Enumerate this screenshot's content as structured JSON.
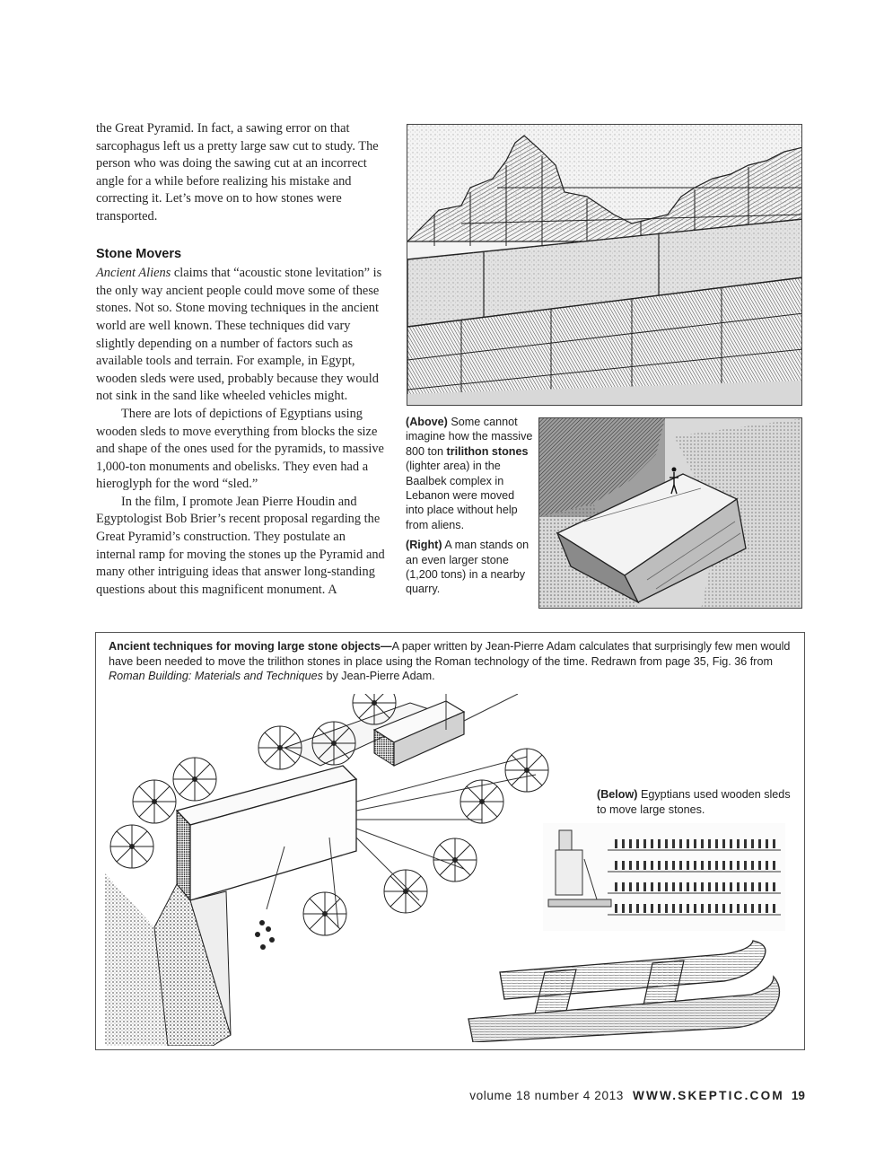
{
  "body_text": {
    "para_continued": "the Great Pyramid. In fact, a sawing error on that sarcophagus left us a pretty large saw cut to study. The person who was doing the sawing cut at an incorrect angle for a while before realizing his mistake and correcting it. Let’s move on to how stones were transported.",
    "section_heading": "Stone Movers",
    "para_movers_italic": "Ancient Aliens",
    "para_movers_rest": " claims that “acoustic stone levitation” is the only way ancient people could move some of these stones. Not so. Stone moving techniques in the ancient world are well known. These techniques did vary slightly depending on a number of factors such as available tools and terrain. For example, in Egypt, wooden sleds were used, probably because they would not sink in the sand like wheeled vehicles might.",
    "para_depictions": "There are lots of depictions of Egyptians using wooden sleds to move everything from blocks the size and shape of the ones used for the pyramids, to massive 1,000-ton monuments and obelisks. They even had a hieroglyph for the word “sled.”",
    "para_film": "In the film, I promote Jean Pierre Houdin and Egyptologist Bob Brier’s recent proposal regarding the Great Pyramid’s construction. They postulate an internal ramp for moving the stones up the Pyramid and many other intriguing ideas that answer long-standing questions about this magnificent monument. A"
  },
  "captions": {
    "above_label": "(Above)",
    "above_text_1": " Some cannot imagine how the massive 800 ton ",
    "above_bold": "trilithon stones",
    "above_text_2": " (lighter area) in the Baalbek complex in Lebanon were moved into place without help from aliens.",
    "right_label": "(Right)",
    "right_text": " A man stands on an even larger stone (1,200 tons) in a nearby quarry.",
    "box_title": "Ancient techniques for moving large stone objects—",
    "box_text_1": "A paper written by Jean-Pierre Adam calculates that surprisingly few men would have been needed to move the trilithon stones in place using the Roman technology of the time. Redrawn from page 35, Fig. 36 from ",
    "box_book": "Roman Building: Materials and Techniques",
    "box_text_2": " by Jean-Pierre Adam.",
    "below_label": "(Below)",
    "below_text": " Egyptians used wooden sleds to move large stones."
  },
  "folio": {
    "volume": "volume 18  number 4  2013",
    "site": "WWW.SKEPTIC.COM",
    "page": "19"
  }
}
